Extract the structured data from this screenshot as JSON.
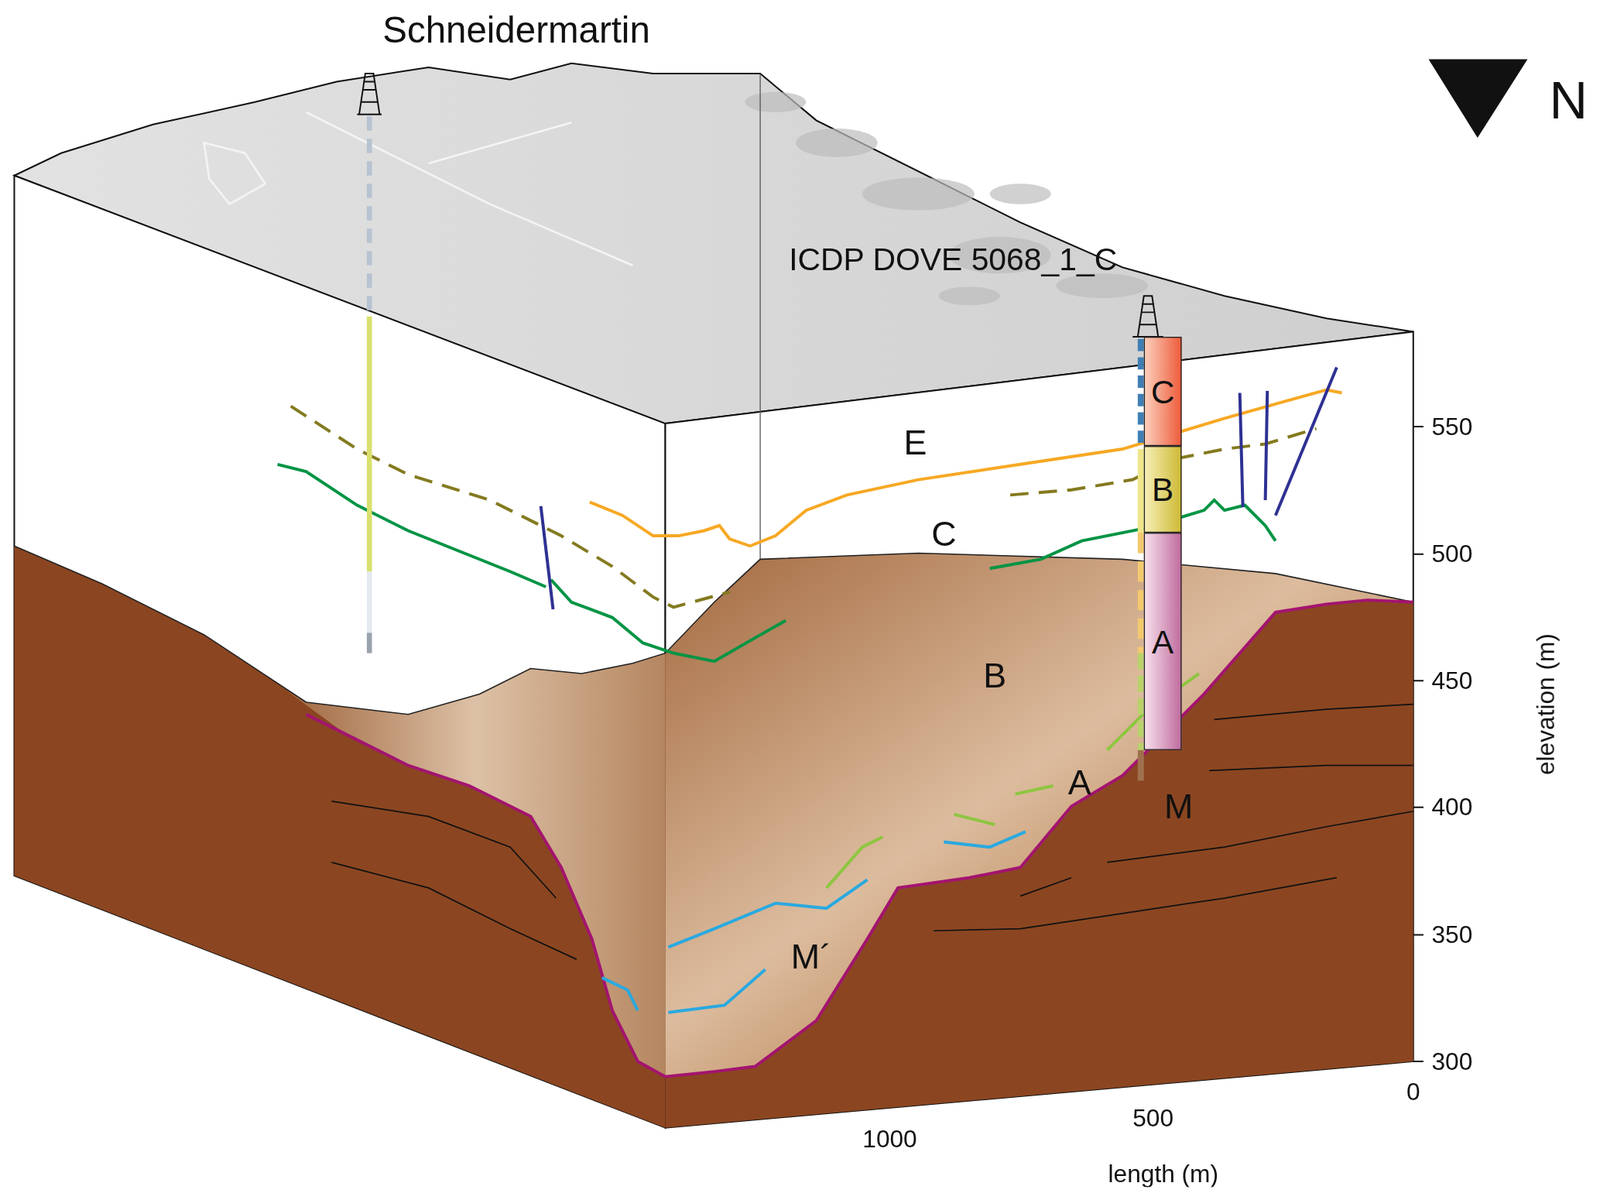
{
  "diagram": {
    "nodes": [
      {
        "text": [
          "C"
        ]
      },
      {
        "text": [
          "B"
        ]
      },
      {
        "text": [
          "A"
        ]
      }
    ],
    "labels": [
      "Schneidermartin",
      "ICDP DOVE 5068_1_C",
      "N",
      "E",
      "C",
      "B",
      "A",
      "M",
      "M´",
      "550",
      "500",
      "450",
      "400",
      "350",
      "300",
      "elevation (m)",
      "0",
      "500",
      "1000",
      "length (m)"
    ]
  }
}
